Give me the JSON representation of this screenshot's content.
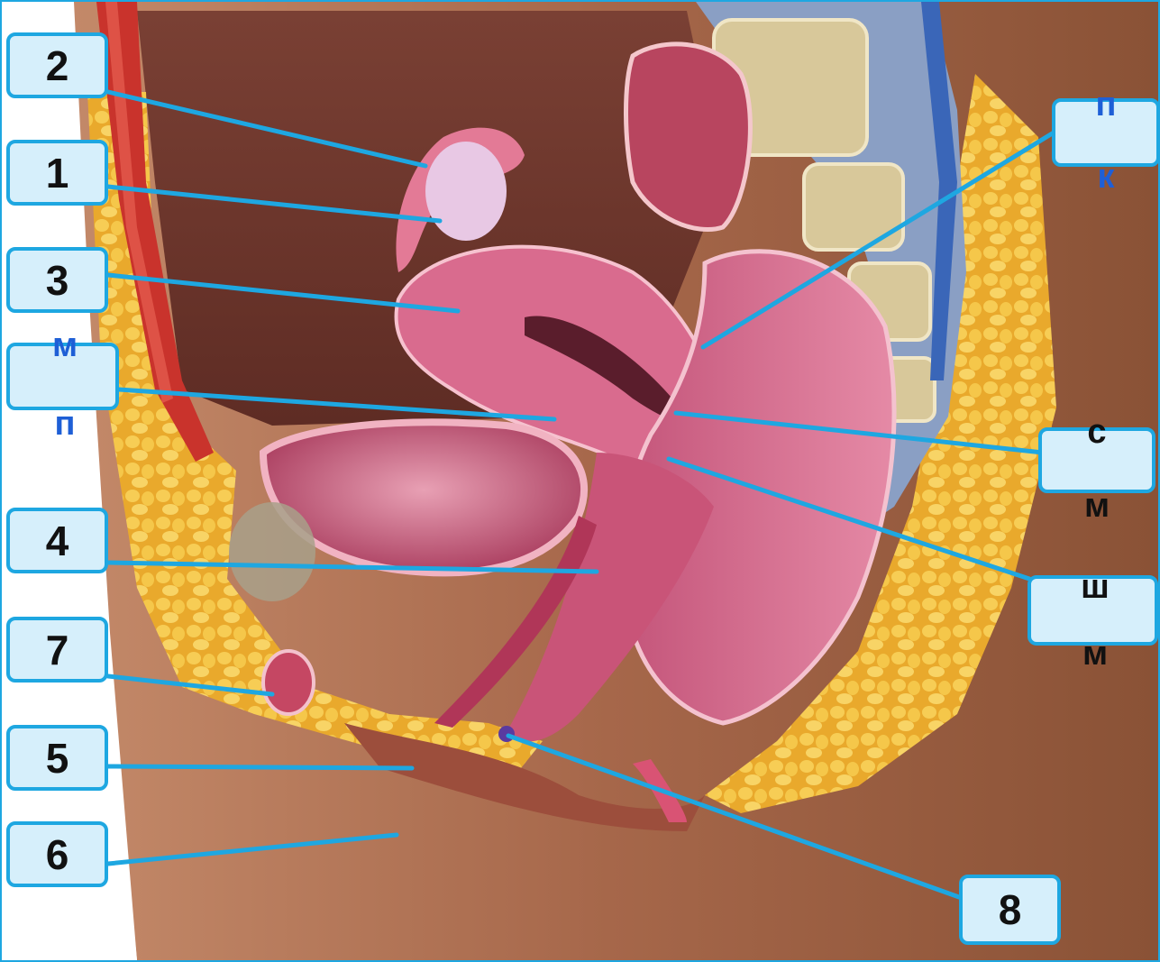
{
  "labels": {
    "n1": "1",
    "n2": "2",
    "n3": "3",
    "n4": "4",
    "n5": "5",
    "n6": "6",
    "n7": "7",
    "n8": "8",
    "pk_1": "п",
    "pk_2": "к",
    "mp_1": "м",
    "mp_2": "п",
    "sm_1": "с",
    "sm_2": "м",
    "shm_1": "ш",
    "shm_2": "м"
  },
  "colors": {
    "leader_line": "#1ea7e1",
    "label_fill": "#d6effb",
    "label_border": "#1ea7e1",
    "blue_letters": "#1e5fd6",
    "skin": "#a8694a",
    "fat": "#f2c040",
    "uterus": "#d96b8e",
    "bladder": "#b8456a",
    "spine": "#d8c89a"
  },
  "icons": [
    "sagittal-anatomy-illustration"
  ]
}
